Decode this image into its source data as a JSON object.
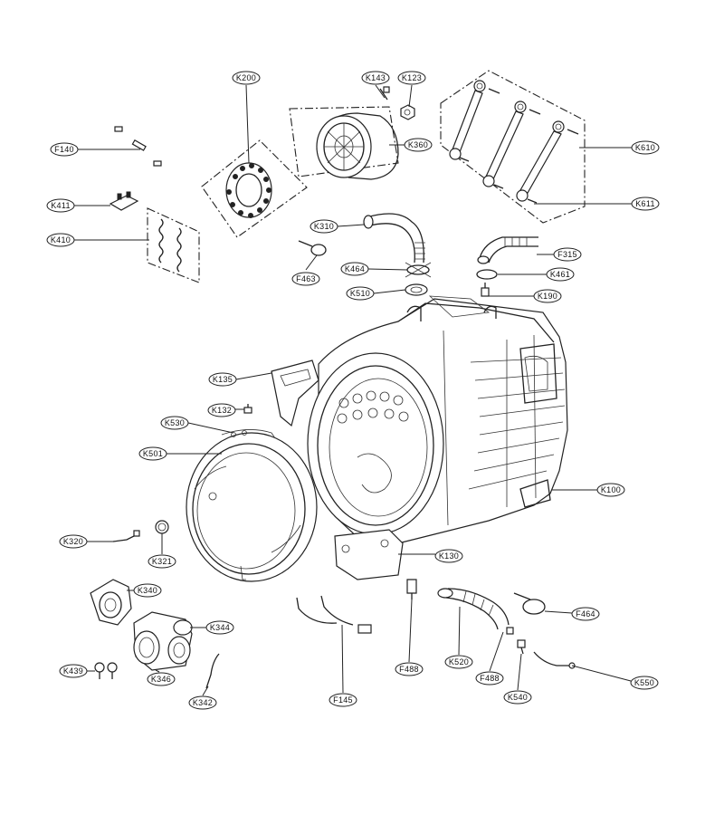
{
  "labels": {
    "k200": "K200",
    "k143": "K143",
    "k123": "K123",
    "f140": "F140",
    "k360": "K360",
    "k610": "K610",
    "k611": "K611",
    "k411": "K411",
    "k410": "K410",
    "k310": "K310",
    "f315": "F315",
    "f463": "F463",
    "k464": "K464",
    "k461": "K461",
    "k510": "K510",
    "k190": "K190",
    "k135": "K135",
    "k132": "K132",
    "k530": "K530",
    "k501": "K501",
    "k100": "K100",
    "k320": "K320",
    "k321": "K321",
    "k130": "K130",
    "k340": "K340",
    "k344": "K344",
    "f464": "F464",
    "k439": "K439",
    "k346": "K346",
    "k342": "K342",
    "f488a": "F488",
    "k520": "K520",
    "f488b": "F488",
    "k540": "K540",
    "k550": "K550",
    "f145": "F145"
  }
}
